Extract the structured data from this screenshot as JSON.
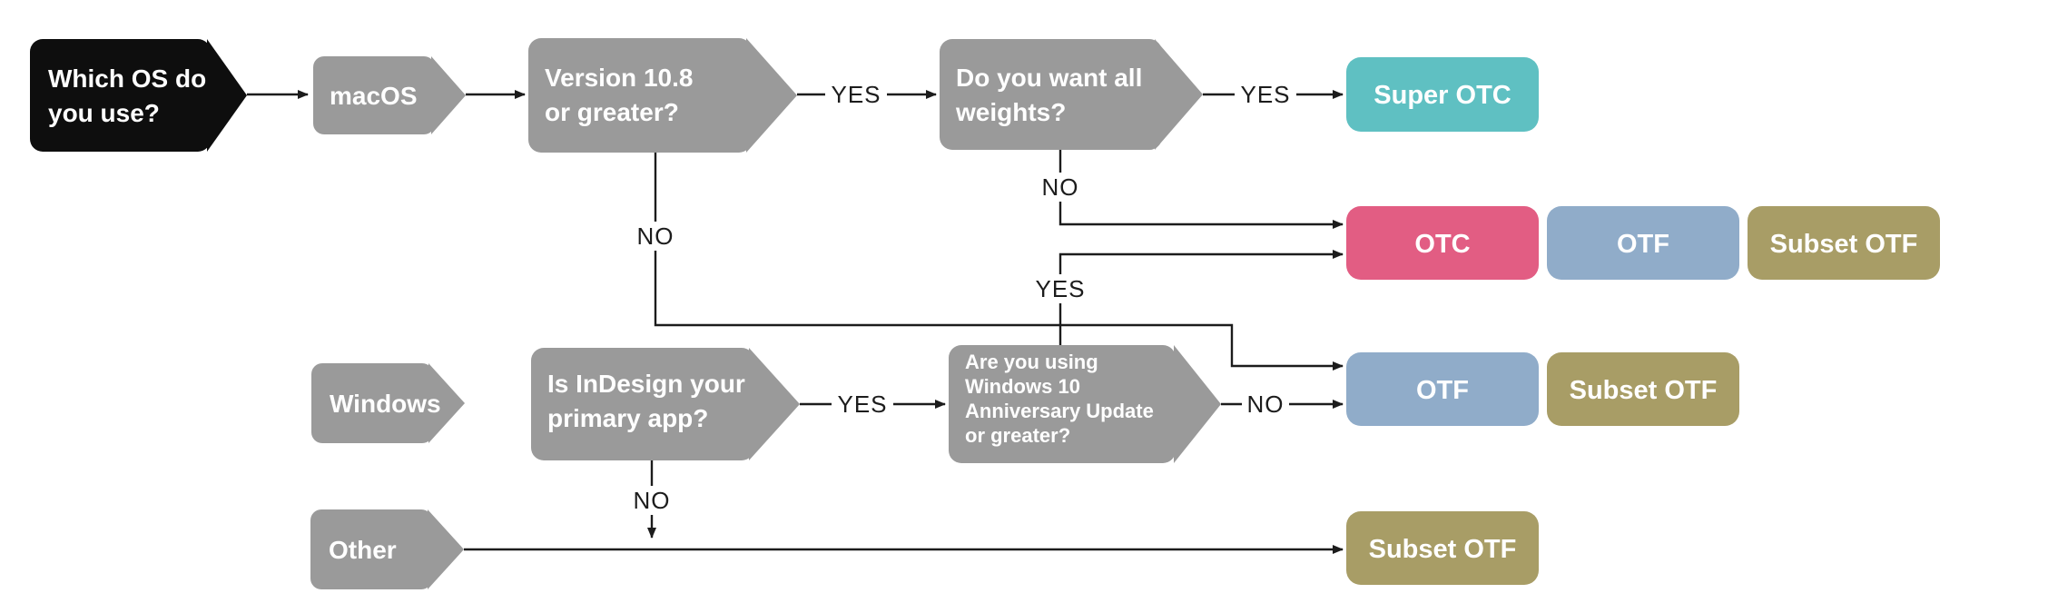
{
  "background": "#ffffff",
  "colors": {
    "start_node": "#0e0e0e",
    "question_node": "#9a9a9a",
    "node_text": "#ffffff",
    "line": "#1c1c1c",
    "super_otc": "#5fc0c2",
    "otc": "#e25d83",
    "otf": "#90acc9",
    "subset_otf": "#a89d66"
  },
  "nodes": {
    "start": {
      "lines": [
        "Which OS do",
        "you use?"
      ]
    },
    "macos": {
      "label": "macOS"
    },
    "version": {
      "lines": [
        "Version 10.8",
        "or greater?"
      ]
    },
    "do_you_want": {
      "lines": [
        "Do you want all",
        "weights?"
      ]
    },
    "super_otc": {
      "label": "Super OTC"
    },
    "otc": {
      "label": "OTC"
    },
    "otf_row2": {
      "label": "OTF"
    },
    "subset_otf_row2": {
      "label": "Subset OTF"
    },
    "windows": {
      "label": "Windows"
    },
    "indesign": {
      "lines": [
        "Is InDesign your",
        "primary app?"
      ]
    },
    "win10": {
      "lines": [
        "Are you using",
        "Windows 10",
        "Anniversary Update",
        "or greater?"
      ]
    },
    "otf_row3": {
      "label": "OTF"
    },
    "subset_otf_row3": {
      "label": "Subset OTF"
    },
    "other": {
      "label": "Other"
    },
    "subset_otf_row4": {
      "label": "Subset OTF"
    }
  },
  "edge_labels": {
    "version_yes": "YES",
    "weights_yes": "YES",
    "weights_no": "NO",
    "win10_yes": "YES",
    "version_no": "NO",
    "indesign_yes": "YES",
    "win10_no": "NO",
    "indesign_no": "NO"
  }
}
